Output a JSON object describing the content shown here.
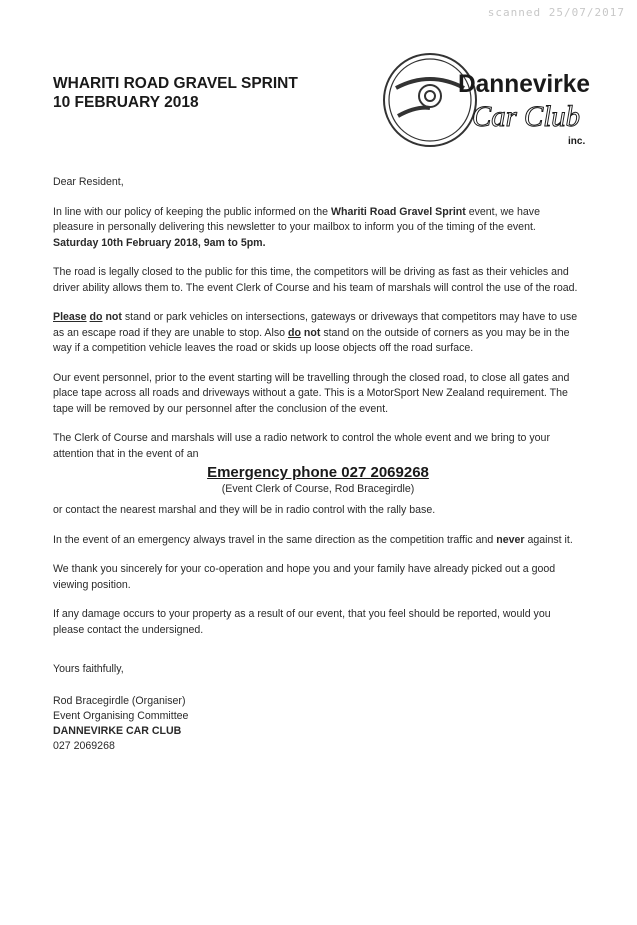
{
  "stamp": "scanned 25/07/2017",
  "title": {
    "line1": "WHARITI  ROAD GRAVEL SPRINT",
    "line2": "10 FEBRUARY  2018"
  },
  "logo": {
    "word1": "Dannevirke",
    "word2": "Car Club",
    "suffix": "inc."
  },
  "letter": {
    "greeting": "Dear Resident,",
    "p1_a": "In line with our policy of keeping the public informed on the ",
    "p1_b": "Whariti Road Gravel Sprint",
    "p1_c": " event, we have pleasure in personally delivering this newsletter to your mailbox to inform you of the timing of the event. ",
    "p1_d": "Saturday 10th February 2018, 9am to 5pm.",
    "p2": "The road is legally closed to the public for this time, the competitors will be driving as fast as their vehicles and driver ability allows them to.  The event Clerk of Course and his team of marshals will control the use of the road.",
    "p3_a": "Please",
    "p3_b": "do",
    "p3_c": "not",
    "p3_d": " stand or park vehicles on intersections, gateways or driveways that competitors may have to use as an escape road if they are unable to stop.  Also ",
    "p3_e": "do",
    "p3_f": "not",
    "p3_g": " stand on the outside of corners as you may be in the way if a competition vehicle leaves the road or skids up loose objects off the road surface.",
    "p4": "Our event personnel, prior to the event starting will be travelling through the closed road, to close all gates and place tape across all roads and driveways without a gate.  This is a MotorSport New Zealand requirement.  The tape will be removed by our personnel after the conclusion of the event.",
    "p5": "The Clerk of Course and marshals will use a radio network to control the whole event and we bring to your attention that in the event of an",
    "emergency": "Emergency phone 027 2069268",
    "emergency_sub": "(Event Clerk of Course, Rod Bracegirdle)",
    "p6": "or contact the nearest marshal and they will be in radio control with the rally base.",
    "p7_a": "In the event of an emergency always travel in the same direction as the competition traffic and ",
    "p7_b": "never",
    "p7_c": " against it.",
    "p8": "We thank you sincerely for your co-operation and hope you and your family have already picked out a good viewing position.",
    "p9": "If any damage occurs to your property as a result of our event, that you feel should be reported, would you please contact the undersigned.",
    "closing": "Yours faithfully,",
    "sig_name": "Rod Bracegirdle (Organiser)",
    "sig_committee": "Event Organising Committee",
    "sig_club": "DANNEVIRKE CAR CLUB",
    "sig_phone": "027 2069268"
  }
}
